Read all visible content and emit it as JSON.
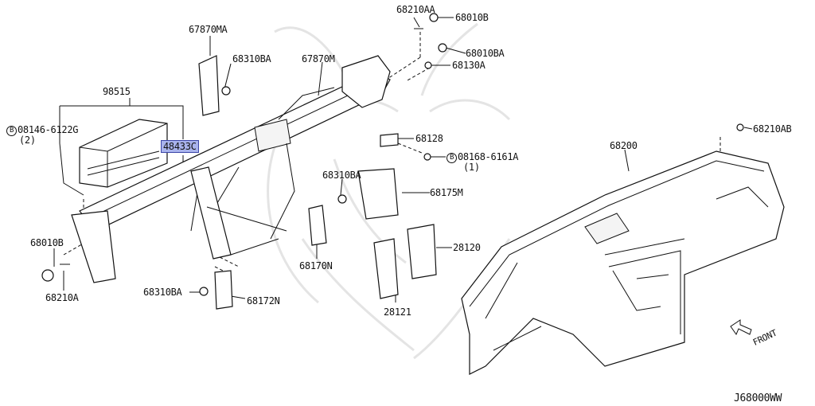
{
  "labels": {
    "p98515": "98515",
    "p67870MA": "67870MA",
    "p68310BA_top": "68310BA",
    "p67870M": "67870M",
    "p68821DAA": "68210AA",
    "p68010B_top": "68010B",
    "p68010BA": "68010BA",
    "p68130A": "68130A",
    "p08146": "08146-6122G",
    "p08146_qty": "(2)",
    "p48433C": "48433C",
    "p68128": "68128",
    "p08168": "08168-6161A",
    "p08168_qty": "(1)",
    "p68210AB": "68210AB",
    "p68200": "68200",
    "p68310BA_mid": "68310BA",
    "p68175M": "68175M",
    "p28120": "28120",
    "p68010B_left": "68010B",
    "p68170N": "68170N",
    "p68210A": "68210A",
    "p68310BA_bot": "68310BA",
    "p68172N": "68172N",
    "p28121": "28121",
    "front": "FRONT",
    "diagram_id": "J68000WW",
    "bolt_symbol": "B"
  },
  "highlight_color": "#a9b3ec"
}
